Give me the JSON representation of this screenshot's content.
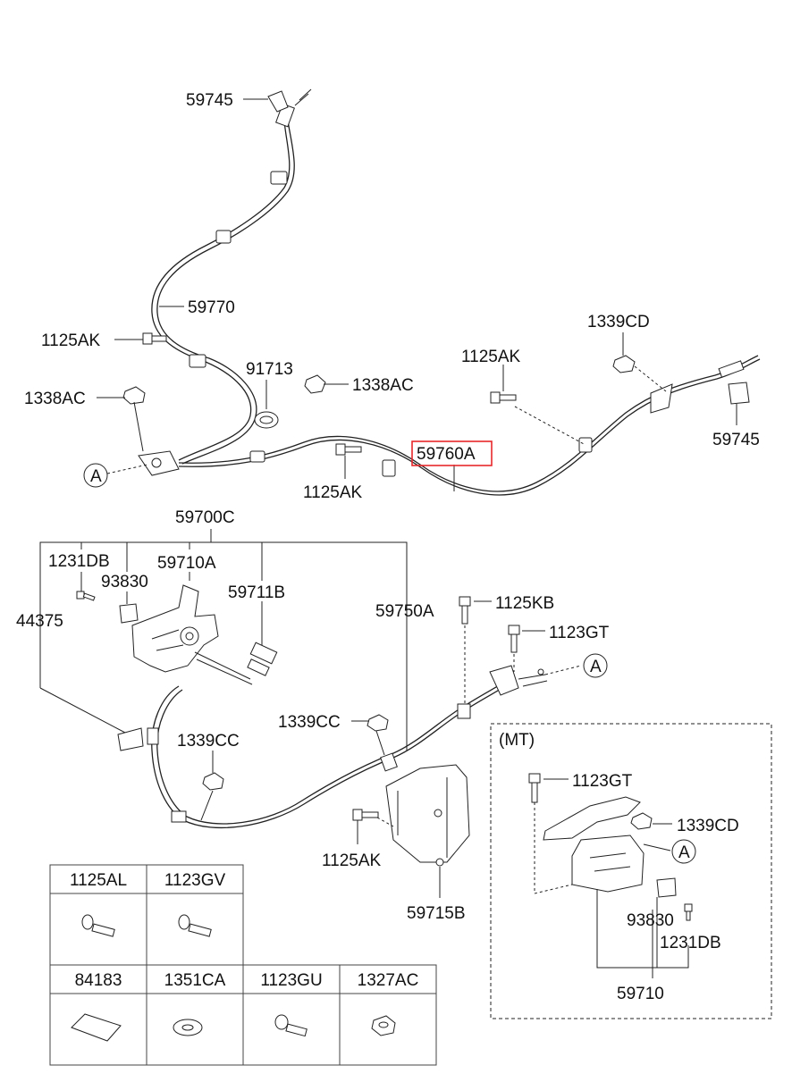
{
  "callouts": {
    "p59745_top": "59745",
    "p59770": "59770",
    "p1125AK_left": "1125AK",
    "p91713": "91713",
    "p1338AC_mid": "1338AC",
    "p1338AC_left": "1338AC",
    "pA_left": "A",
    "p1125AK_mid": "1125AK",
    "p59760A": "59760A",
    "p1125AK_right": "1125AK",
    "p1339CD_top": "1339CD",
    "p59745_right": "59745",
    "p59700C": "59700C",
    "p1231DB_left": "1231DB",
    "p59710A": "59710A",
    "p93830_left": "93830",
    "p59711B": "59711B",
    "p44375": "44375",
    "p59750A": "59750A",
    "p1125KB": "1125KB",
    "p1123GT_top": "1123GT",
    "pA_right": "A",
    "p1339CC_right": "1339CC",
    "p1339CC_left": "1339CC",
    "p1125AK_bottom": "1125AK",
    "p59715B": "59715B",
    "mt_label": "(MT)",
    "p1123GT_mt": "1123GT",
    "p1339CD_mt": "1339CD",
    "pA_mt": "A",
    "p93830_mt": "93830",
    "p1231DB_mt": "1231DB",
    "p59710": "59710"
  },
  "highlight": {
    "part": "59760A",
    "color": "#e8282a"
  },
  "parts_table": {
    "row1": [
      "1125AL",
      "1123GV"
    ],
    "row2": [
      "84183",
      "1351CA",
      "1123GU",
      "1327AC"
    ]
  }
}
